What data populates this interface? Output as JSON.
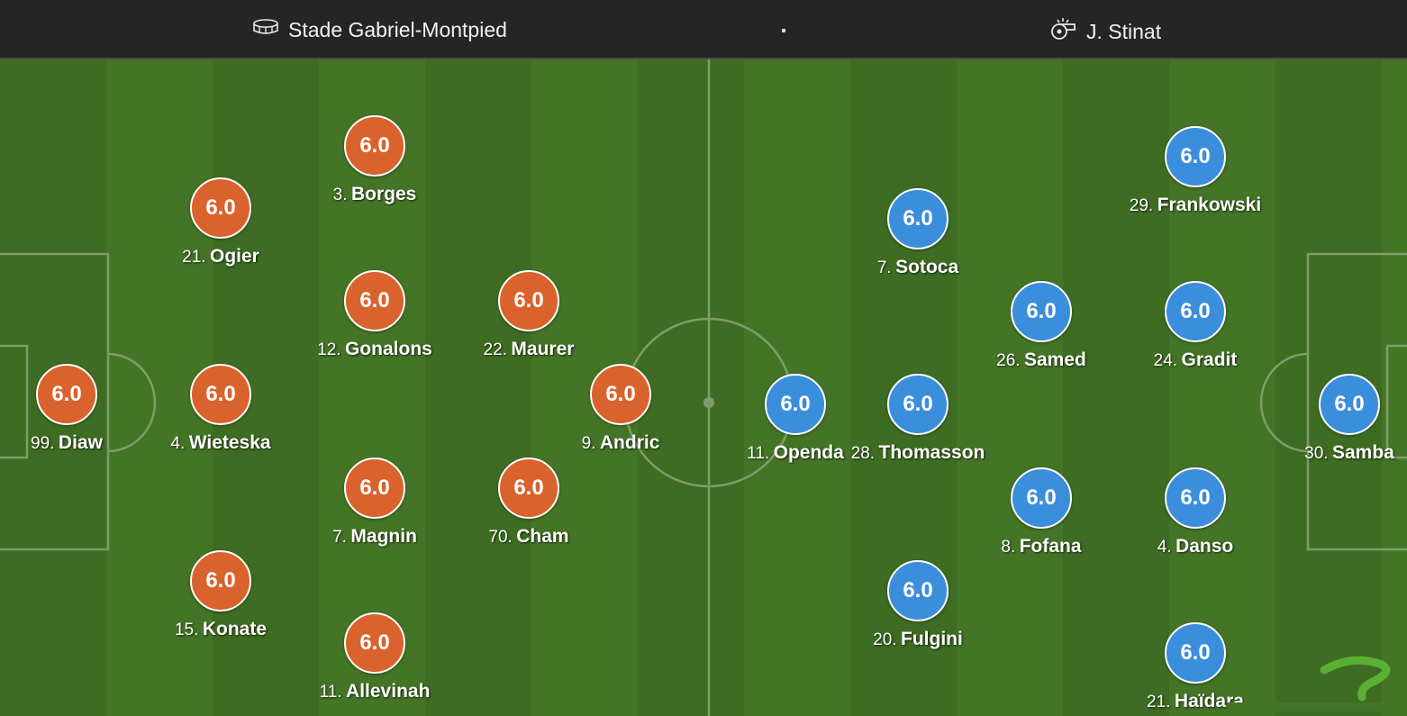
{
  "header": {
    "stadium": "Stade Gabriel-Montpied",
    "stadium_icon": "stadium-icon",
    "referee": "J. Stinat",
    "referee_icon": "whistle-icon",
    "separator": "·"
  },
  "colors": {
    "home_badge": "#d9622d",
    "away_badge": "#3b8edb",
    "pitch_dark": "#3e6c22",
    "pitch_light": "#447426",
    "header_bg": "#252525"
  },
  "home_players": [
    {
      "number": "99.",
      "name": "Diaw",
      "rating": "6.0"
    },
    {
      "number": "21.",
      "name": "Ogier",
      "rating": "6.0"
    },
    {
      "number": "4.",
      "name": "Wieteska",
      "rating": "6.0"
    },
    {
      "number": "15.",
      "name": "Konate",
      "rating": "6.0"
    },
    {
      "number": "3.",
      "name": "Borges",
      "rating": "6.0"
    },
    {
      "number": "12.",
      "name": "Gonalons",
      "rating": "6.0"
    },
    {
      "number": "7.",
      "name": "Magnin",
      "rating": "6.0"
    },
    {
      "number": "11.",
      "name": "Allevinah",
      "rating": "6.0"
    },
    {
      "number": "22.",
      "name": "Maurer",
      "rating": "6.0"
    },
    {
      "number": "70.",
      "name": "Cham",
      "rating": "6.0"
    },
    {
      "number": "9.",
      "name": "Andric",
      "rating": "6.0"
    }
  ],
  "away_players": [
    {
      "number": "11.",
      "name": "Openda",
      "rating": "6.0"
    },
    {
      "number": "7.",
      "name": "Sotoca",
      "rating": "6.0"
    },
    {
      "number": "28.",
      "name": "Thomasson",
      "rating": "6.0"
    },
    {
      "number": "20.",
      "name": "Fulgini",
      "rating": "6.0"
    },
    {
      "number": "26.",
      "name": "Samed",
      "rating": "6.0"
    },
    {
      "number": "8.",
      "name": "Fofana",
      "rating": "6.0"
    },
    {
      "number": "29.",
      "name": "Frankowski",
      "rating": "6.0"
    },
    {
      "number": "24.",
      "name": "Gradit",
      "rating": "6.0"
    },
    {
      "number": "4.",
      "name": "Danso",
      "rating": "6.0"
    },
    {
      "number": "21.",
      "name": "Haïdara",
      "rating": "6.0"
    },
    {
      "number": "30.",
      "name": "Samba",
      "rating": "6.0"
    }
  ],
  "watermark": "WhoScored.com"
}
